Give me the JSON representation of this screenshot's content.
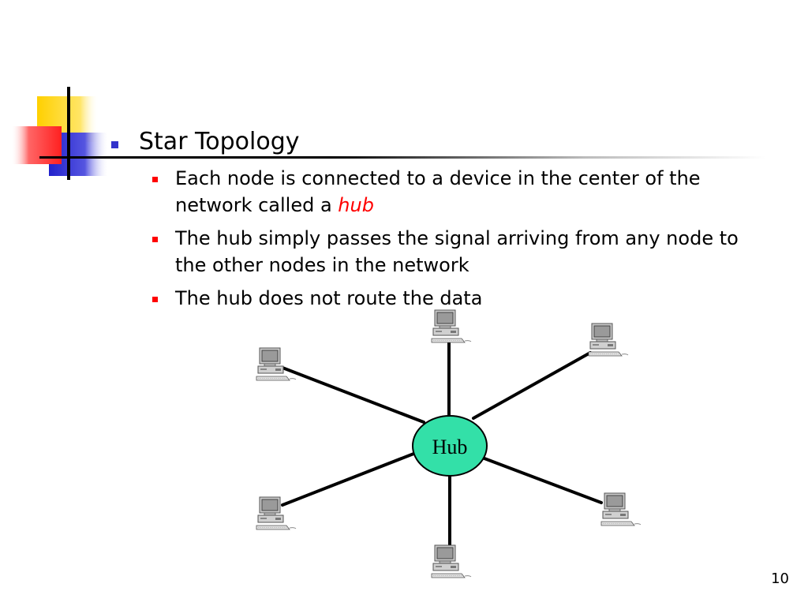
{
  "colors": {
    "title_bullet": "#3333cc",
    "sub_bullet": "#ff0000",
    "emphasis": "#ff0000",
    "hub_fill": "#33e0a8",
    "decor_yellow": "#ffd000",
    "decor_red": "#ff3333",
    "decor_blue": "#2222cc"
  },
  "slide": {
    "title": "Star Topology",
    "bullets": [
      {
        "text": "Each node is connected to a device in the center of the network called a ",
        "emphasis": "hub"
      },
      {
        "text": "The hub simply passes the signal arriving from any node to the other nodes in the network",
        "emphasis": ""
      },
      {
        "text": "The hub does not route the data",
        "emphasis": ""
      }
    ],
    "page_number": "10"
  },
  "diagram": {
    "hub_label": "Hub",
    "nodes": [
      {
        "name": "computer-top",
        "icon": "computer-icon"
      },
      {
        "name": "computer-top-right",
        "icon": "computer-icon"
      },
      {
        "name": "computer-upper-left",
        "icon": "computer-icon"
      },
      {
        "name": "computer-lower-left",
        "icon": "computer-icon"
      },
      {
        "name": "computer-lower-right",
        "icon": "computer-icon"
      },
      {
        "name": "computer-bottom",
        "icon": "computer-icon"
      }
    ]
  }
}
